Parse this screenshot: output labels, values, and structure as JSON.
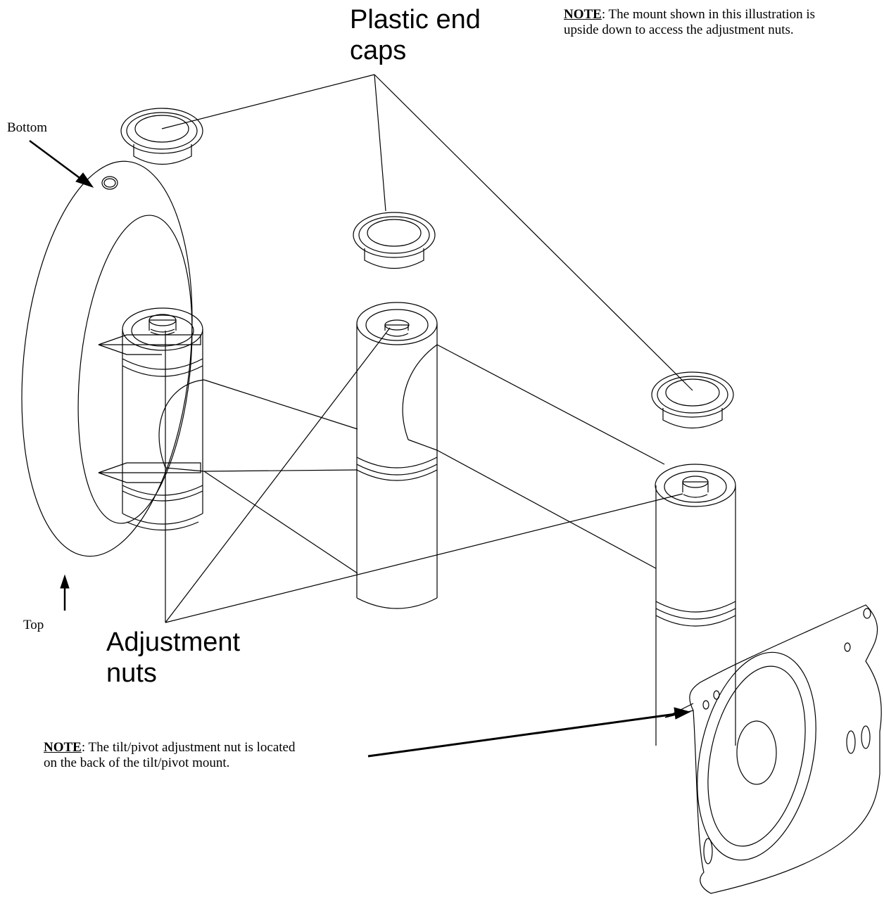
{
  "labels": {
    "plastic_end_caps": [
      "Plastic end",
      "caps"
    ],
    "adjustment_nuts": [
      "Adjustment",
      "nuts"
    ],
    "bottom": "Bottom",
    "top": "Top"
  },
  "notes": {
    "top_right": {
      "keyword": "NOTE",
      "line1": ": The mount shown in this illustration is",
      "line2": "upside down to access the adjustment nuts."
    },
    "bottom_left": {
      "keyword": "NOTE",
      "line1": ": The tilt/pivot adjustment nut is located",
      "line2": "on the back of the tilt/pivot mount."
    }
  },
  "colors": {
    "line": "#000000",
    "background": "#ffffff"
  }
}
